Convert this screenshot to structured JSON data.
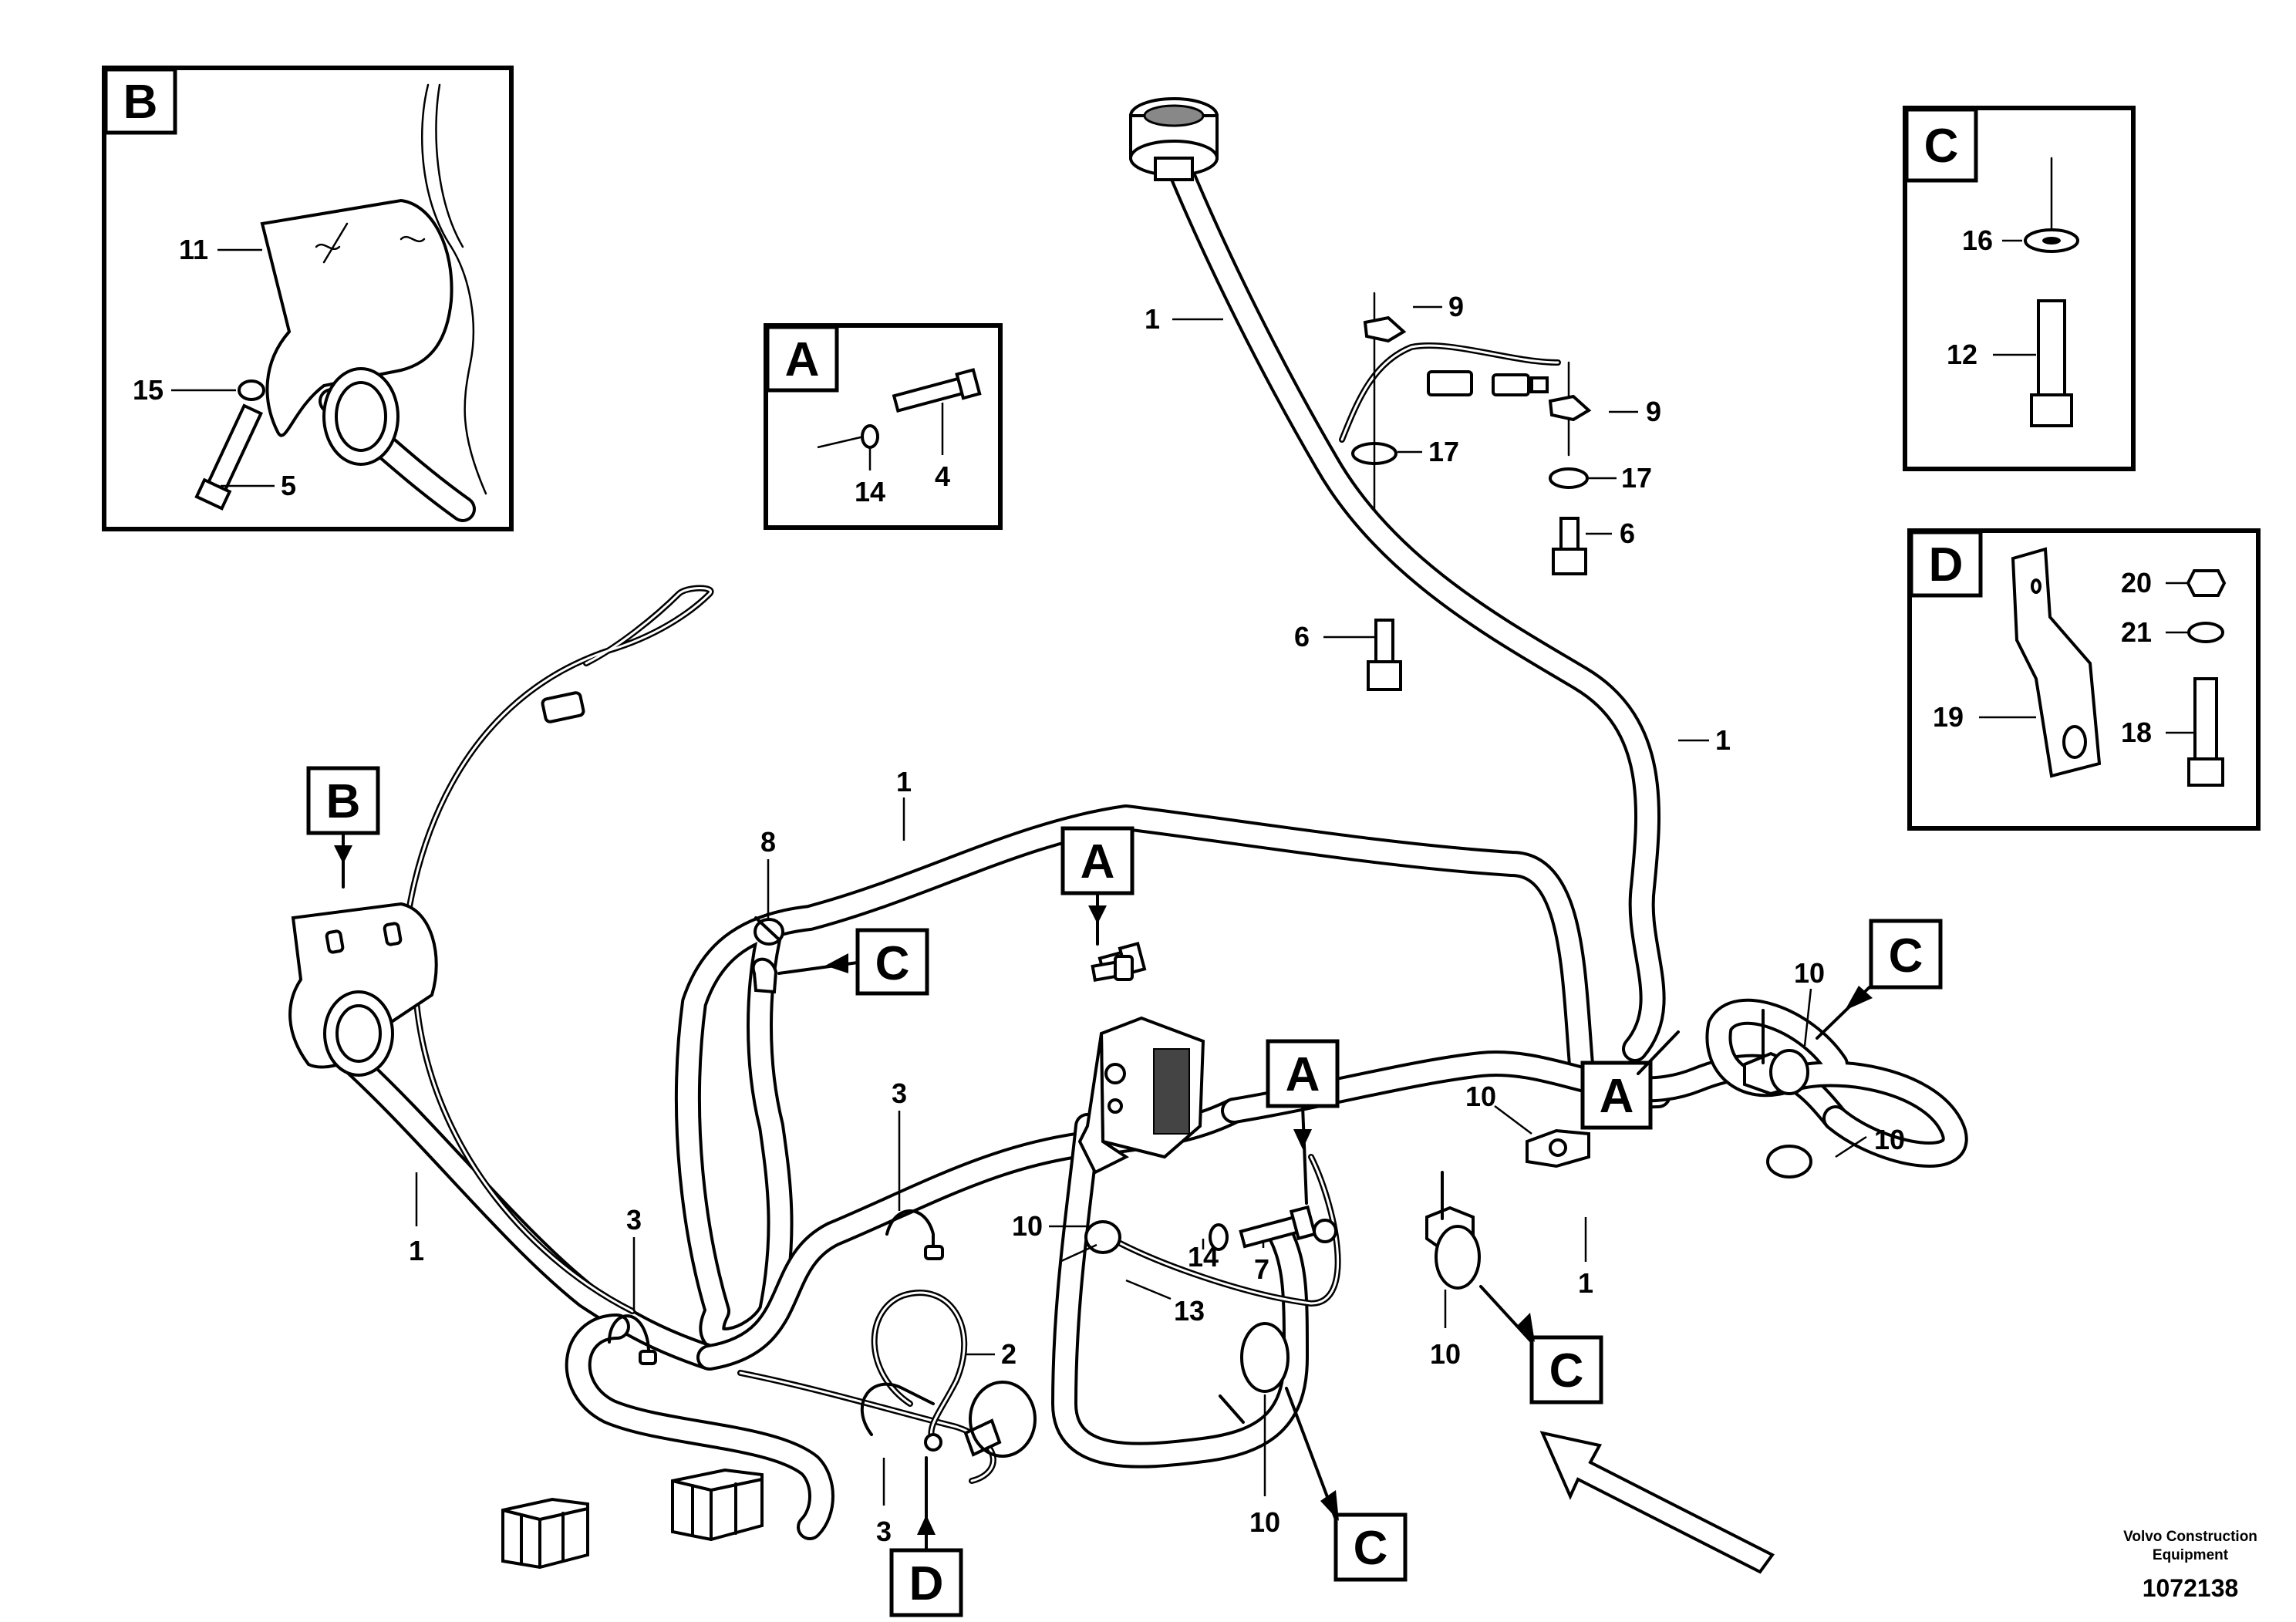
{
  "figure": {
    "brand_line1": "Volvo Construction",
    "brand_line2": "Equipment",
    "doc_number": "1072138"
  },
  "detail_labels": [
    "A",
    "B",
    "C",
    "D"
  ],
  "callouts": {
    "harness": "1",
    "cable": "2",
    "cable_tie": "3",
    "screw_4": "4",
    "screw_5": "5",
    "screw_6": "6",
    "screw_7": "7",
    "sleeve": "8",
    "clamp_9": "9",
    "clamp_10": "10",
    "bracket_11": "11",
    "screw_12": "12",
    "cable_13": "13",
    "washer_14": "14",
    "washer_15": "15",
    "washer_16": "16",
    "washer_17": "17",
    "screw_18": "18",
    "bracket_19": "19",
    "nut_20": "20",
    "washer_21": "21"
  },
  "icons": {
    "direction": "arrow-icon",
    "connector": "connector-icon",
    "ecu": "control-unit-icon",
    "clamp": "clamp-icon",
    "bolt": "bolt-icon",
    "washer": "washer-icon"
  },
  "colors": {
    "ink": "#000000",
    "paper": "#ffffff"
  }
}
